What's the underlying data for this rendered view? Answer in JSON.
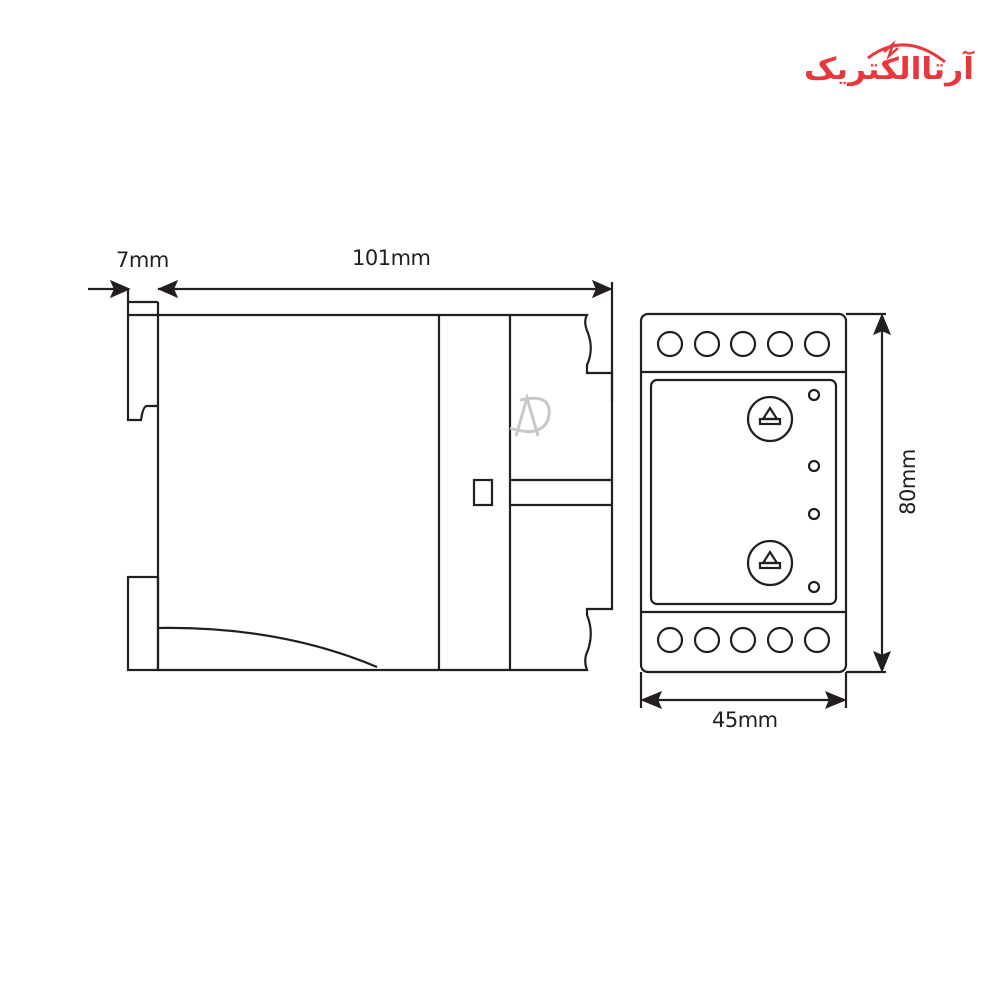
{
  "logo": {
    "text": "آرتاالکتریک",
    "color": "#e8383d"
  },
  "dimensions": {
    "din_clip_depth": "7mm",
    "body_depth": "101mm",
    "width": "45mm",
    "height": "80mm"
  },
  "front_view": {
    "terminals_top": 5,
    "terminals_bottom": 5,
    "adjust_knobs": 2,
    "indicator_leds": 4
  },
  "colors": {
    "line": "#231f20",
    "watermark": "#c8c8c8"
  }
}
